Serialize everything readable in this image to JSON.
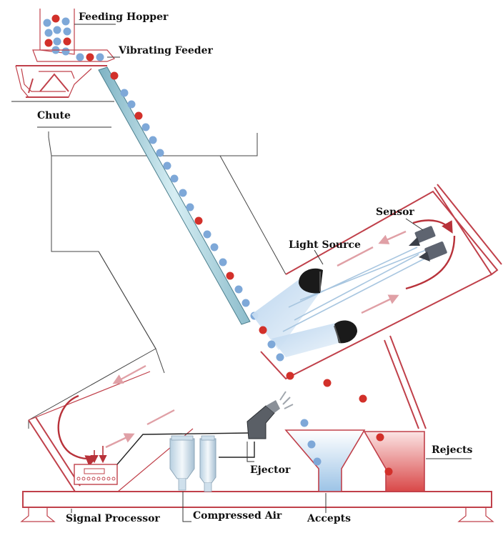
{
  "labels": {
    "feeding_hopper": "Feeding Hopper",
    "vibrating_feeder": "Vibrating Feeder",
    "chute": "Chute",
    "sensor": "Sensor",
    "light_source": "Light Source",
    "ejector": "Ejector",
    "rejects": "Rejects",
    "signal_processor": "Signal Processor",
    "compressed_air": "Compressed Air",
    "accepts": "Accepts"
  },
  "colors": {
    "frame": "#c0404a",
    "good_particle": "#7ea8d8",
    "bad_particle": "#d2302a",
    "chute_fill": "#b8dde6",
    "light_beam": "#c9dff0",
    "accept_bin": "#a9cbe8",
    "reject_bin": "#e47a7a"
  }
}
